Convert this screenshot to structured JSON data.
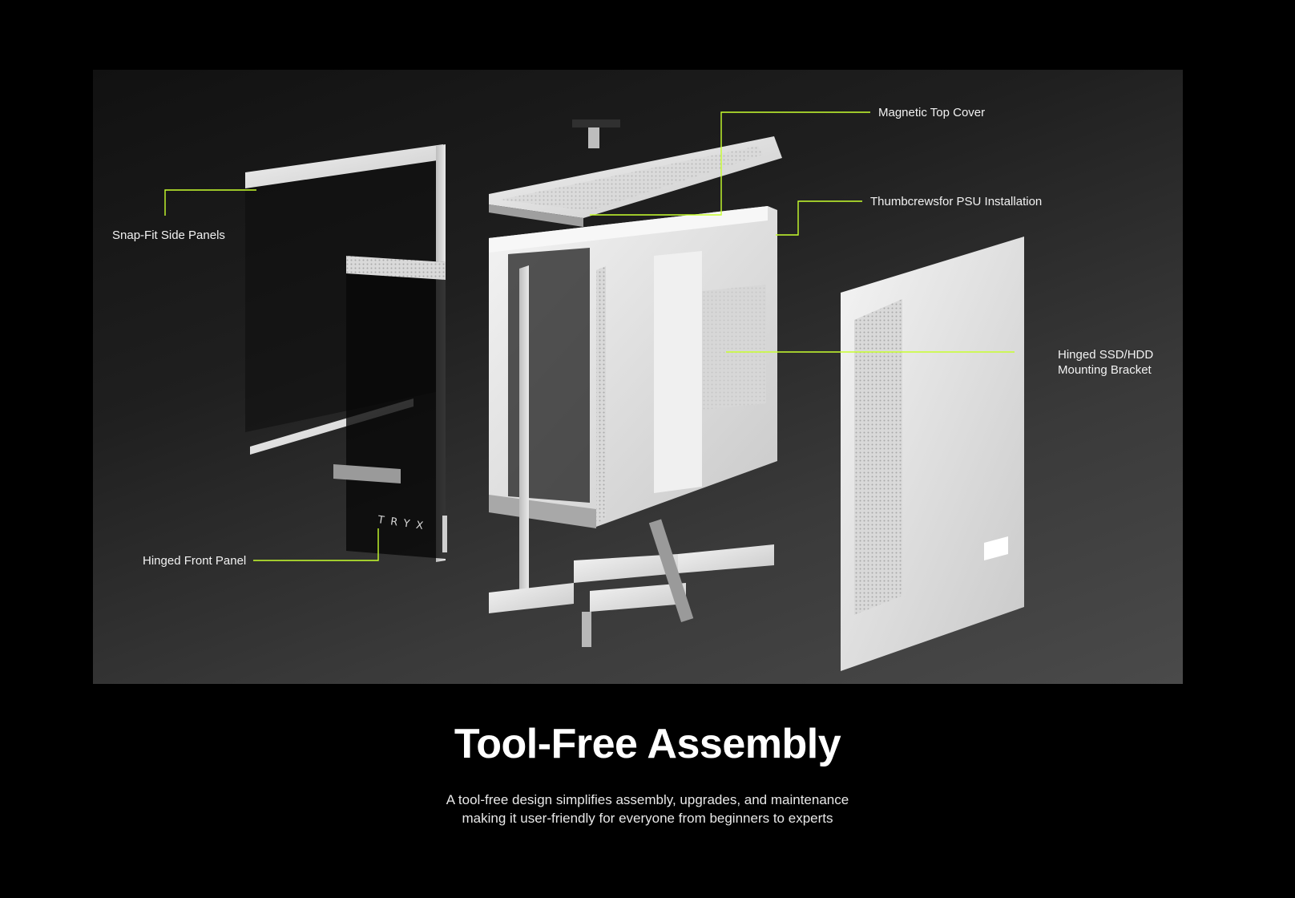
{
  "callouts": {
    "magnetic_top_cover": "Magnetic Top Cover",
    "thumbscrews": "Thumbcrewsfor PSU Installation",
    "snap_fit": "Snap-Fit Side Panels",
    "hinged_bracket_line1": "Hinged SSD/HDD",
    "hinged_bracket_line2": "Mounting Bracket",
    "hinged_front": "Hinged Front Panel"
  },
  "brand_mark": "TRYX",
  "section": {
    "title": "Tool-Free Assembly",
    "description_line1": "A tool-free design simplifies assembly, upgrades, and maintenance",
    "description_line2": "making it user-friendly for everyone from beginners to experts"
  },
  "colors": {
    "accent": "#c8ff2e",
    "background": "#000000",
    "panel": "#e6e6e6"
  }
}
